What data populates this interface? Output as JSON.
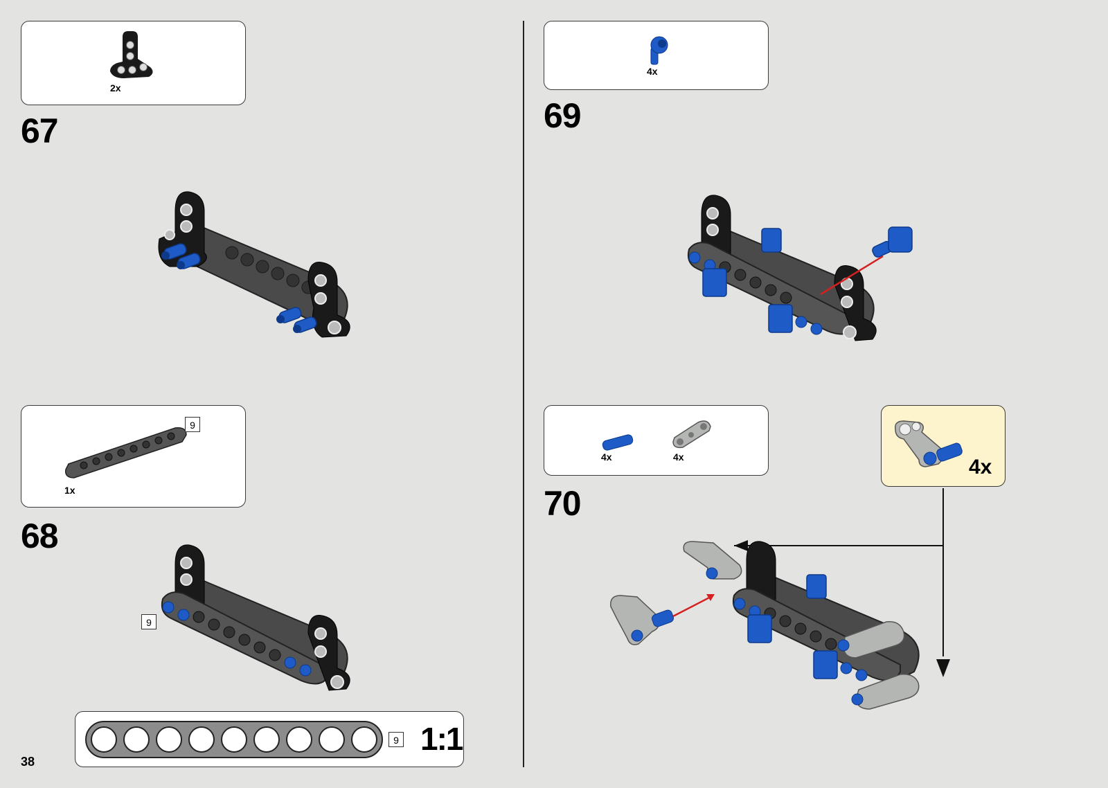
{
  "page": {
    "number": "38"
  },
  "steps": [
    {
      "number": "67",
      "parts": [
        {
          "qty": "2x"
        }
      ]
    },
    {
      "number": "68",
      "parts": [
        {
          "qty": "1x",
          "length": "9"
        }
      ],
      "model_length_tag": "9"
    },
    {
      "number": "69",
      "parts": [
        {
          "qty": "4x"
        }
      ]
    },
    {
      "number": "70",
      "parts": [
        {
          "qty": "4x"
        },
        {
          "qty": "4x"
        }
      ],
      "subassembly": {
        "multiplier": "4x"
      }
    }
  ],
  "scale_guide": {
    "length": "9",
    "ratio": "1:1"
  },
  "colors": {
    "blue_pin": "#1e5bc6",
    "dark_gray": "#4a4a4a",
    "black": "#1a1a1a",
    "light_gray": "#b4b6b4",
    "red_arrow": "#d42020",
    "callout_bg": "#fdf3cc"
  }
}
